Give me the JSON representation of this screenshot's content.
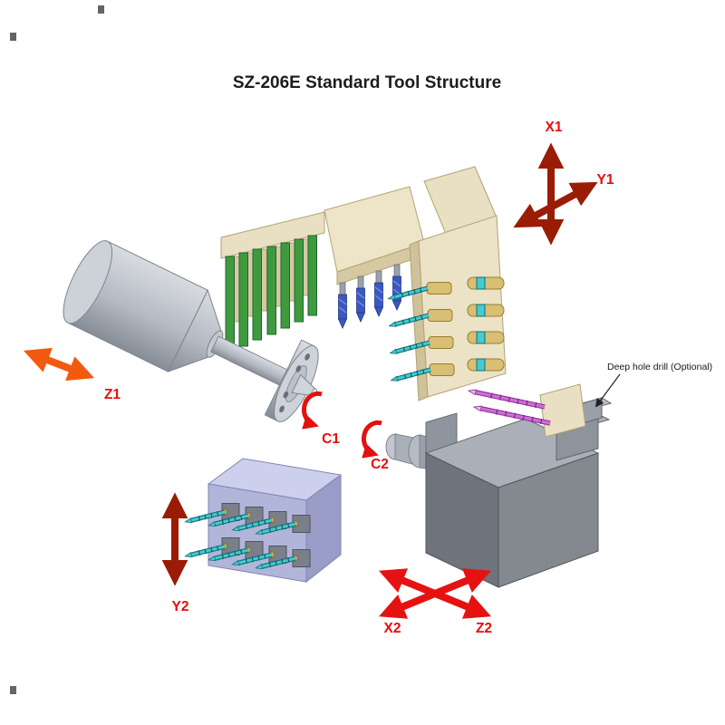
{
  "title": "SZ-206E Standard Tool Structure",
  "axis_labels": {
    "x1": "X1",
    "y1": "Y1",
    "z1": "Z1",
    "c1": "C1",
    "c2": "C2",
    "y2": "Y2",
    "x2": "X2",
    "z2": "Z2"
  },
  "annotations": {
    "deep_hole_drill": "Deep hole drill (Optional)"
  },
  "colors": {
    "label_red": "#ea0c0c",
    "axis_arrow_dark_red": "#9a1c05",
    "axis_arrow_orange": "#f25a10",
    "axis_arrow_bright_red": "#e61212",
    "rotation_arrow_red": "#e31111",
    "tool_post_cream": "#e9dfc2",
    "tool_green": "#3f9a3f",
    "drill_cyan": "#46c9cf",
    "drill_blue": "#3c57c2",
    "drill_magenta": "#d06cd8",
    "back_post_lavender": "#b1b5da",
    "machine_gray": "#b9bec7",
    "sub_spindle_gray": "#6f737b"
  }
}
